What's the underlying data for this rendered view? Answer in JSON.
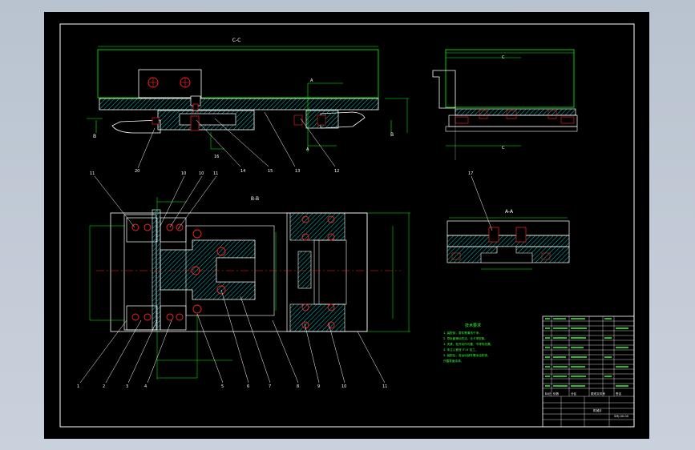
{
  "drawing": {
    "section_labels": {
      "cc": "C-C",
      "bb": "B-B",
      "aa": "A-A",
      "c_top": "C",
      "c_bottom": "C",
      "b_left": "B",
      "b_right": "B",
      "a_top": "A",
      "a_bottom": "A"
    },
    "part_numbers_top": [
      "20",
      "14",
      "15",
      "16",
      "13",
      "12"
    ],
    "part_numbers_middle_top": [
      "11",
      "10",
      "10",
      "11"
    ],
    "part_numbers_bottom": [
      "1",
      "2",
      "3",
      "4",
      "5",
      "6",
      "7",
      "8",
      "9",
      "10",
      "11"
    ],
    "part_number_section": "17"
  },
  "notes": {
    "heading": "技术要求",
    "lines": [
      "1. 装配前，零件需清洗干净。",
      "2. 导轨副滑动灵活，无卡滞现象。",
      "3. 夹紧、松开动作可靠，不得有泄漏。",
      "4. 未注公差按 IT14 加工。",
      "5. 装配后，各运动部件需涂油防锈，",
      "外露表面涂漆。"
    ]
  },
  "title_block": {
    "drawing_no": "SMJ-00-00",
    "name": "机械手",
    "footer_cells": [
      "标记",
      "处数",
      "分区",
      "更改文件号",
      "签名"
    ]
  },
  "colors": {
    "outline": "#00ff00",
    "part": "#ffffff",
    "hatch": "#00c8c8",
    "hole": "#ff2020",
    "centerline": "#ff2020",
    "dimension": "#00ff00"
  }
}
